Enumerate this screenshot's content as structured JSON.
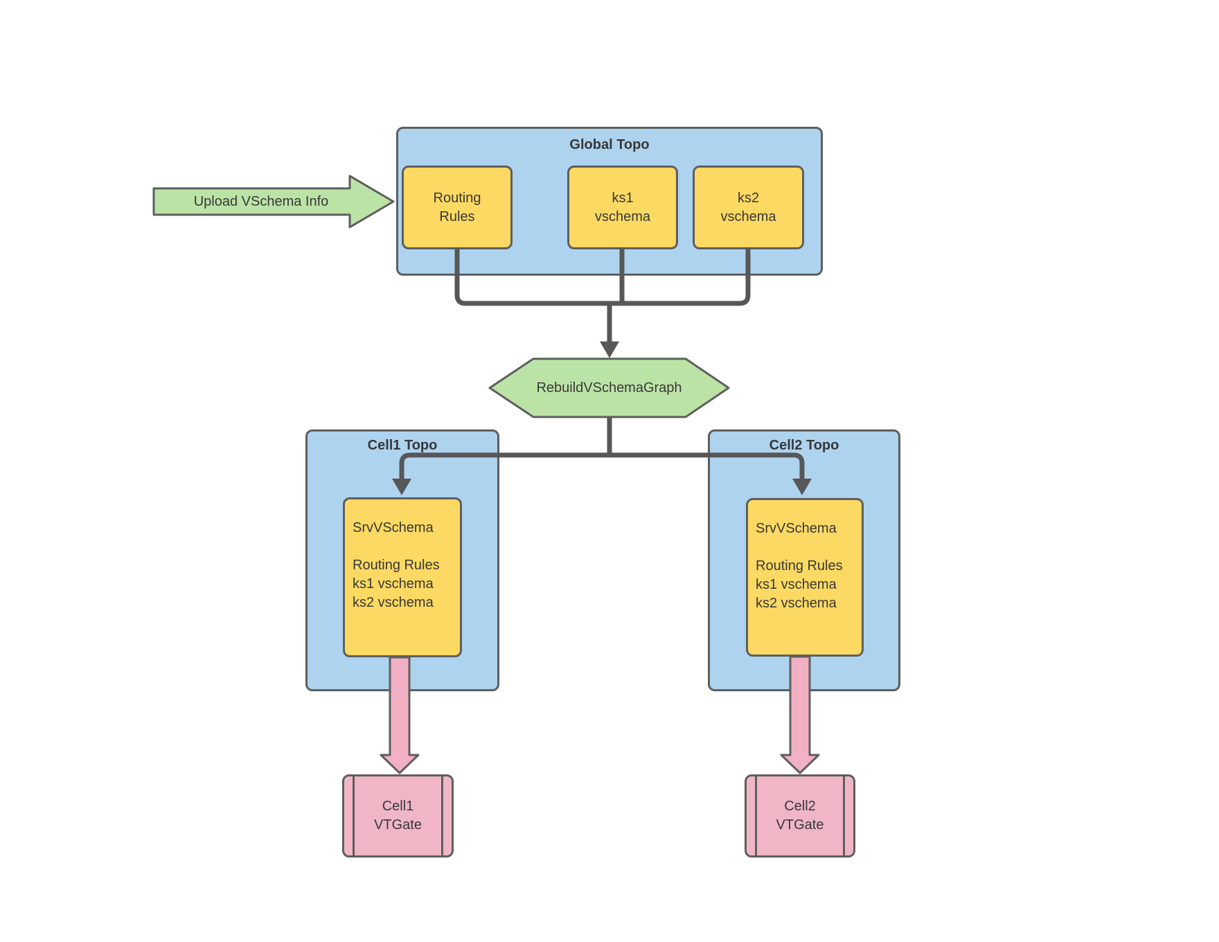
{
  "colors": {
    "background": "#ffffff",
    "container_blue": "#aed3ef",
    "node_yellow": "#fbd962",
    "process_green": "#bce3a6",
    "arrow_pink": "#f2b0c4",
    "vtgate_pink": "#f0b6c6",
    "shape_border": "#5e5e5e",
    "connector_gray": "#575757",
    "text": "#383838"
  },
  "upload_arrow": {
    "label": "Upload VSchema Info"
  },
  "global_topo": {
    "title": "Global Topo",
    "nodes": [
      {
        "lines": [
          "Routing",
          "Rules"
        ]
      },
      {
        "lines": [
          "ks1",
          "vschema"
        ]
      },
      {
        "lines": [
          "ks2",
          "vschema"
        ]
      }
    ]
  },
  "rebuild": {
    "label": "RebuildVSchemaGraph"
  },
  "cells": [
    {
      "title": "Cell1 Topo",
      "srv_lines": [
        "SrvVSchema",
        "",
        "Routing Rules",
        "ks1 vschema",
        "ks2 vschema"
      ],
      "vtgate_lines": [
        "Cell1",
        "VTGate"
      ]
    },
    {
      "title": "Cell2 Topo",
      "srv_lines": [
        "SrvVSchema",
        "",
        "Routing Rules",
        "ks1 vschema",
        "ks2 vschema"
      ],
      "vtgate_lines": [
        "Cell2",
        "VTGate"
      ]
    }
  ]
}
